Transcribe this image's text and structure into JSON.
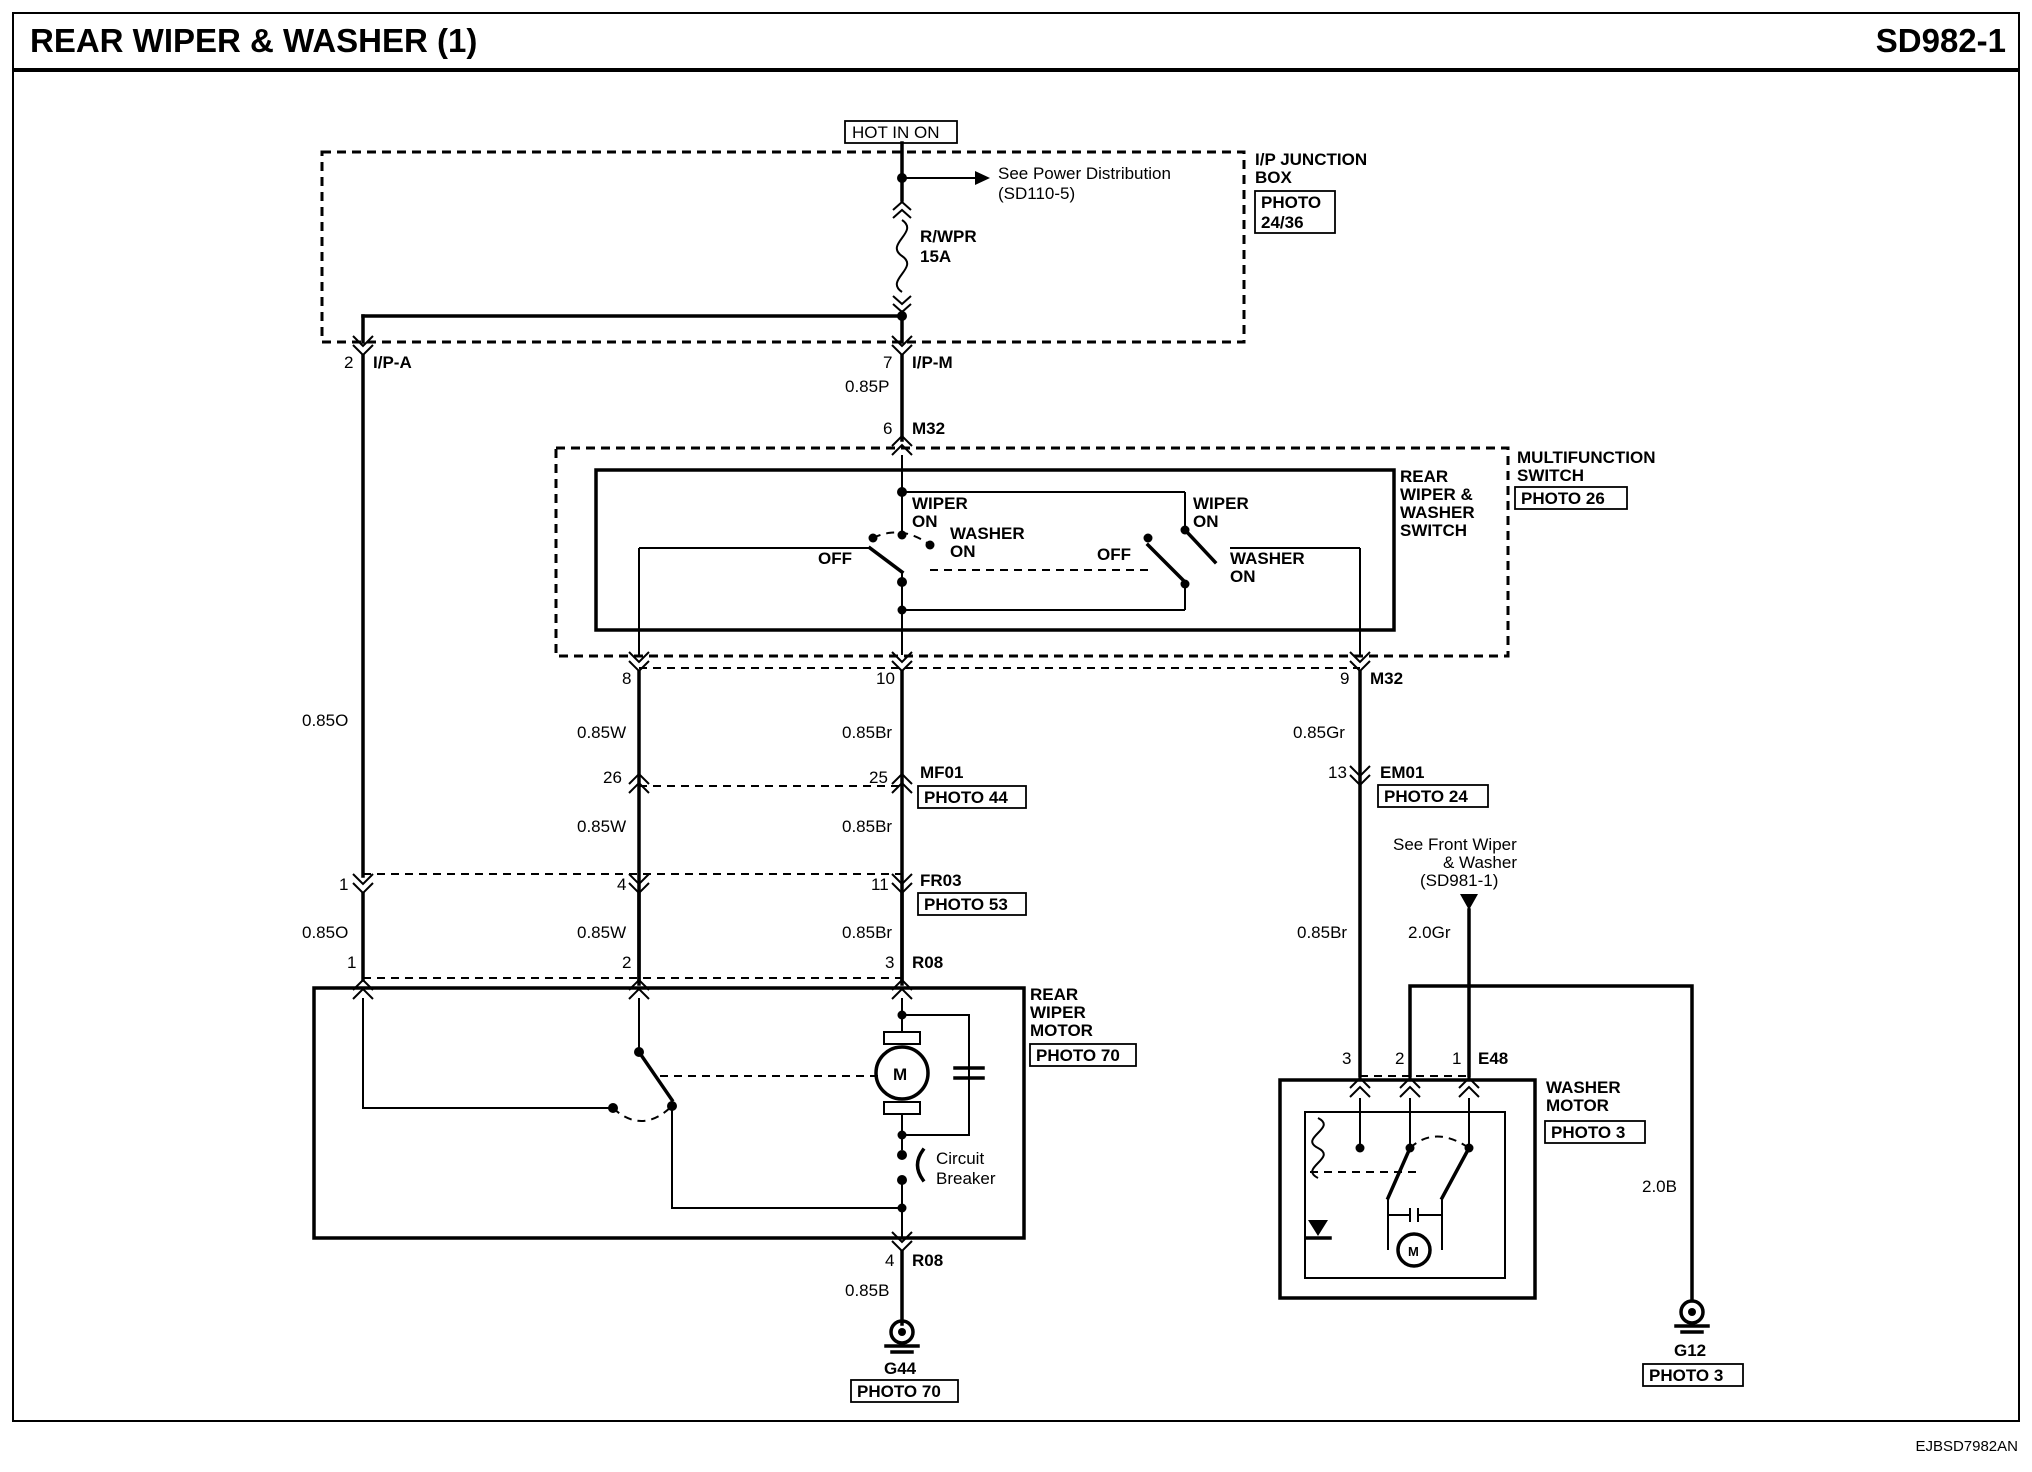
{
  "header": {
    "title": "REAR WIPER & WASHER (1)",
    "code": "SD982-1"
  },
  "footer": {
    "ref": "EJBSD7982AN"
  },
  "power": {
    "hot_label": "HOT IN ON",
    "see_note_1": "See Power  Distribution",
    "see_note_2": "(SD110-5)",
    "fuse_name": "R/WPR",
    "fuse_rating": "15A"
  },
  "components": {
    "ip_junction": {
      "name_1": "I/P JUNCTION",
      "name_2": "BOX",
      "photo_1": "PHOTO",
      "photo_2": "24/36"
    },
    "multifunction": {
      "name_1": "MULTIFUNCTION",
      "name_2": "SWITCH",
      "photo": "PHOTO 26"
    },
    "rear_switch": {
      "name_1": "REAR",
      "name_2": "WIPER &",
      "name_3": "WASHER",
      "name_4": "SWITCH"
    },
    "rear_motor": {
      "name_1": "REAR",
      "name_2": "WIPER",
      "name_3": "MOTOR",
      "photo": "PHOTO 70",
      "motor_symbol": "M"
    },
    "washer_motor": {
      "name_1": "WASHER",
      "name_2": "MOTOR",
      "photo": "PHOTO 3"
    },
    "circuit_breaker": {
      "label_1": "Circuit",
      "label_2": "Breaker"
    }
  },
  "switch_labels": {
    "wiper_on_1a": "WIPER",
    "wiper_on_1b": "ON",
    "washer_on_1a": "WASHER",
    "washer_on_1b": "ON",
    "off_1": "OFF",
    "wiper_on_2a": "WIPER",
    "wiper_on_2b": "ON",
    "washer_on_2a": "WASHER",
    "washer_on_2b": "ON",
    "off_2": "OFF"
  },
  "connectors": {
    "ipa": {
      "pin": "2",
      "name": "I/P-A"
    },
    "ipm": {
      "pin": "7",
      "name": "I/P-M"
    },
    "m32_top": {
      "pin": "6",
      "name": "M32"
    },
    "m32_pin8": "8",
    "m32_pin10": "10",
    "m32_bot": {
      "pin": "9",
      "name": "M32"
    },
    "mf01": {
      "pin26": "26",
      "pin25": "25",
      "name": "MF01",
      "photo": "PHOTO 44"
    },
    "fr03": {
      "pin1": "1",
      "pin4": "4",
      "pin11": "11",
      "name": "FR03",
      "photo": "PHOTO 53"
    },
    "r08_top": {
      "pin1": "1",
      "pin2": "2",
      "pin3": "3",
      "name": "R08"
    },
    "r08_bot": {
      "pin": "4",
      "name": "R08"
    },
    "em01": {
      "pin": "13",
      "name": "EM01",
      "photo": "PHOTO 24"
    },
    "e48": {
      "pin3": "3",
      "pin2": "2",
      "pin1": "1",
      "name": "E48"
    }
  },
  "wires": {
    "w085p": "0.85P",
    "w085o_a": "0.85O",
    "w085o_b": "0.85O",
    "w085w_a": "0.85W",
    "w085w_b": "0.85W",
    "w085w_c": "0.85W",
    "w085br_a": "0.85Br",
    "w085br_b": "0.85Br",
    "w085br_c": "0.85Br",
    "w085br_d": "0.85Br",
    "w085gr": "0.85Gr",
    "w20gr": "2.0Gr",
    "w085b": "0.85B",
    "w20b": "2.0B"
  },
  "front_note": {
    "line1": "See Front Wiper",
    "line2": "& Washer",
    "line3": "(SD981-1)"
  },
  "grounds": {
    "g44": {
      "name": "G44",
      "photo": "PHOTO 70"
    },
    "g12": {
      "name": "G12",
      "photo": "PHOTO 3"
    }
  }
}
